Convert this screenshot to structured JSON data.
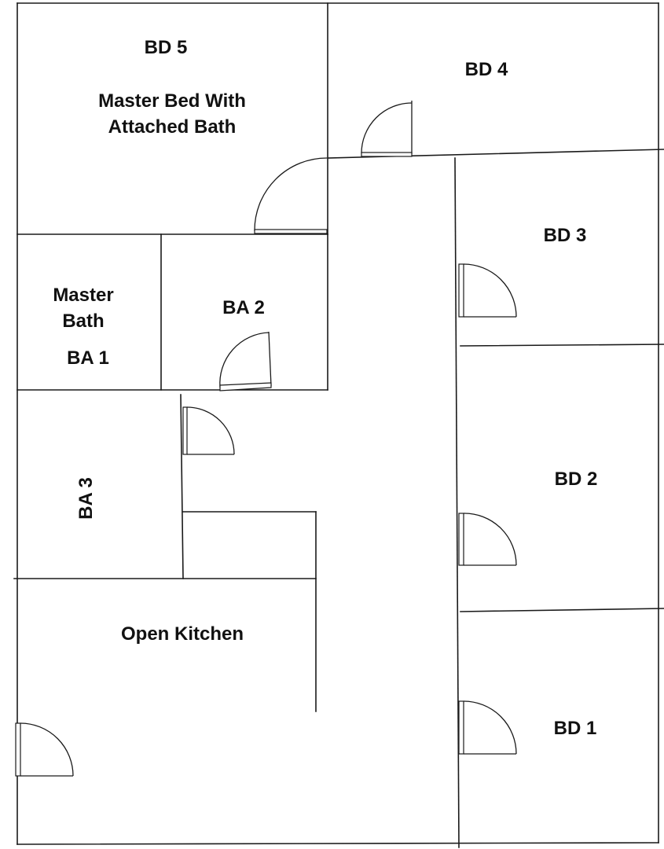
{
  "rooms": {
    "bd5": {
      "name": "BD 5",
      "description_line1": "Master Bed With",
      "description_line2": "Attached Bath"
    },
    "bd4": {
      "name": "BD 4"
    },
    "bd3": {
      "name": "BD 3"
    },
    "bd2": {
      "name": "BD 2"
    },
    "bd1": {
      "name": "BD 1"
    },
    "ba1": {
      "name_line1": "Master",
      "name_line2": "Bath",
      "code": "BA 1"
    },
    "ba2": {
      "name": "BA 2"
    },
    "ba3": {
      "name": "BA 3"
    },
    "kitchen": {
      "name": "Open Kitchen"
    }
  },
  "colors": {
    "line": "#1a1a1a",
    "text": "#111111",
    "background": "#ffffff"
  }
}
